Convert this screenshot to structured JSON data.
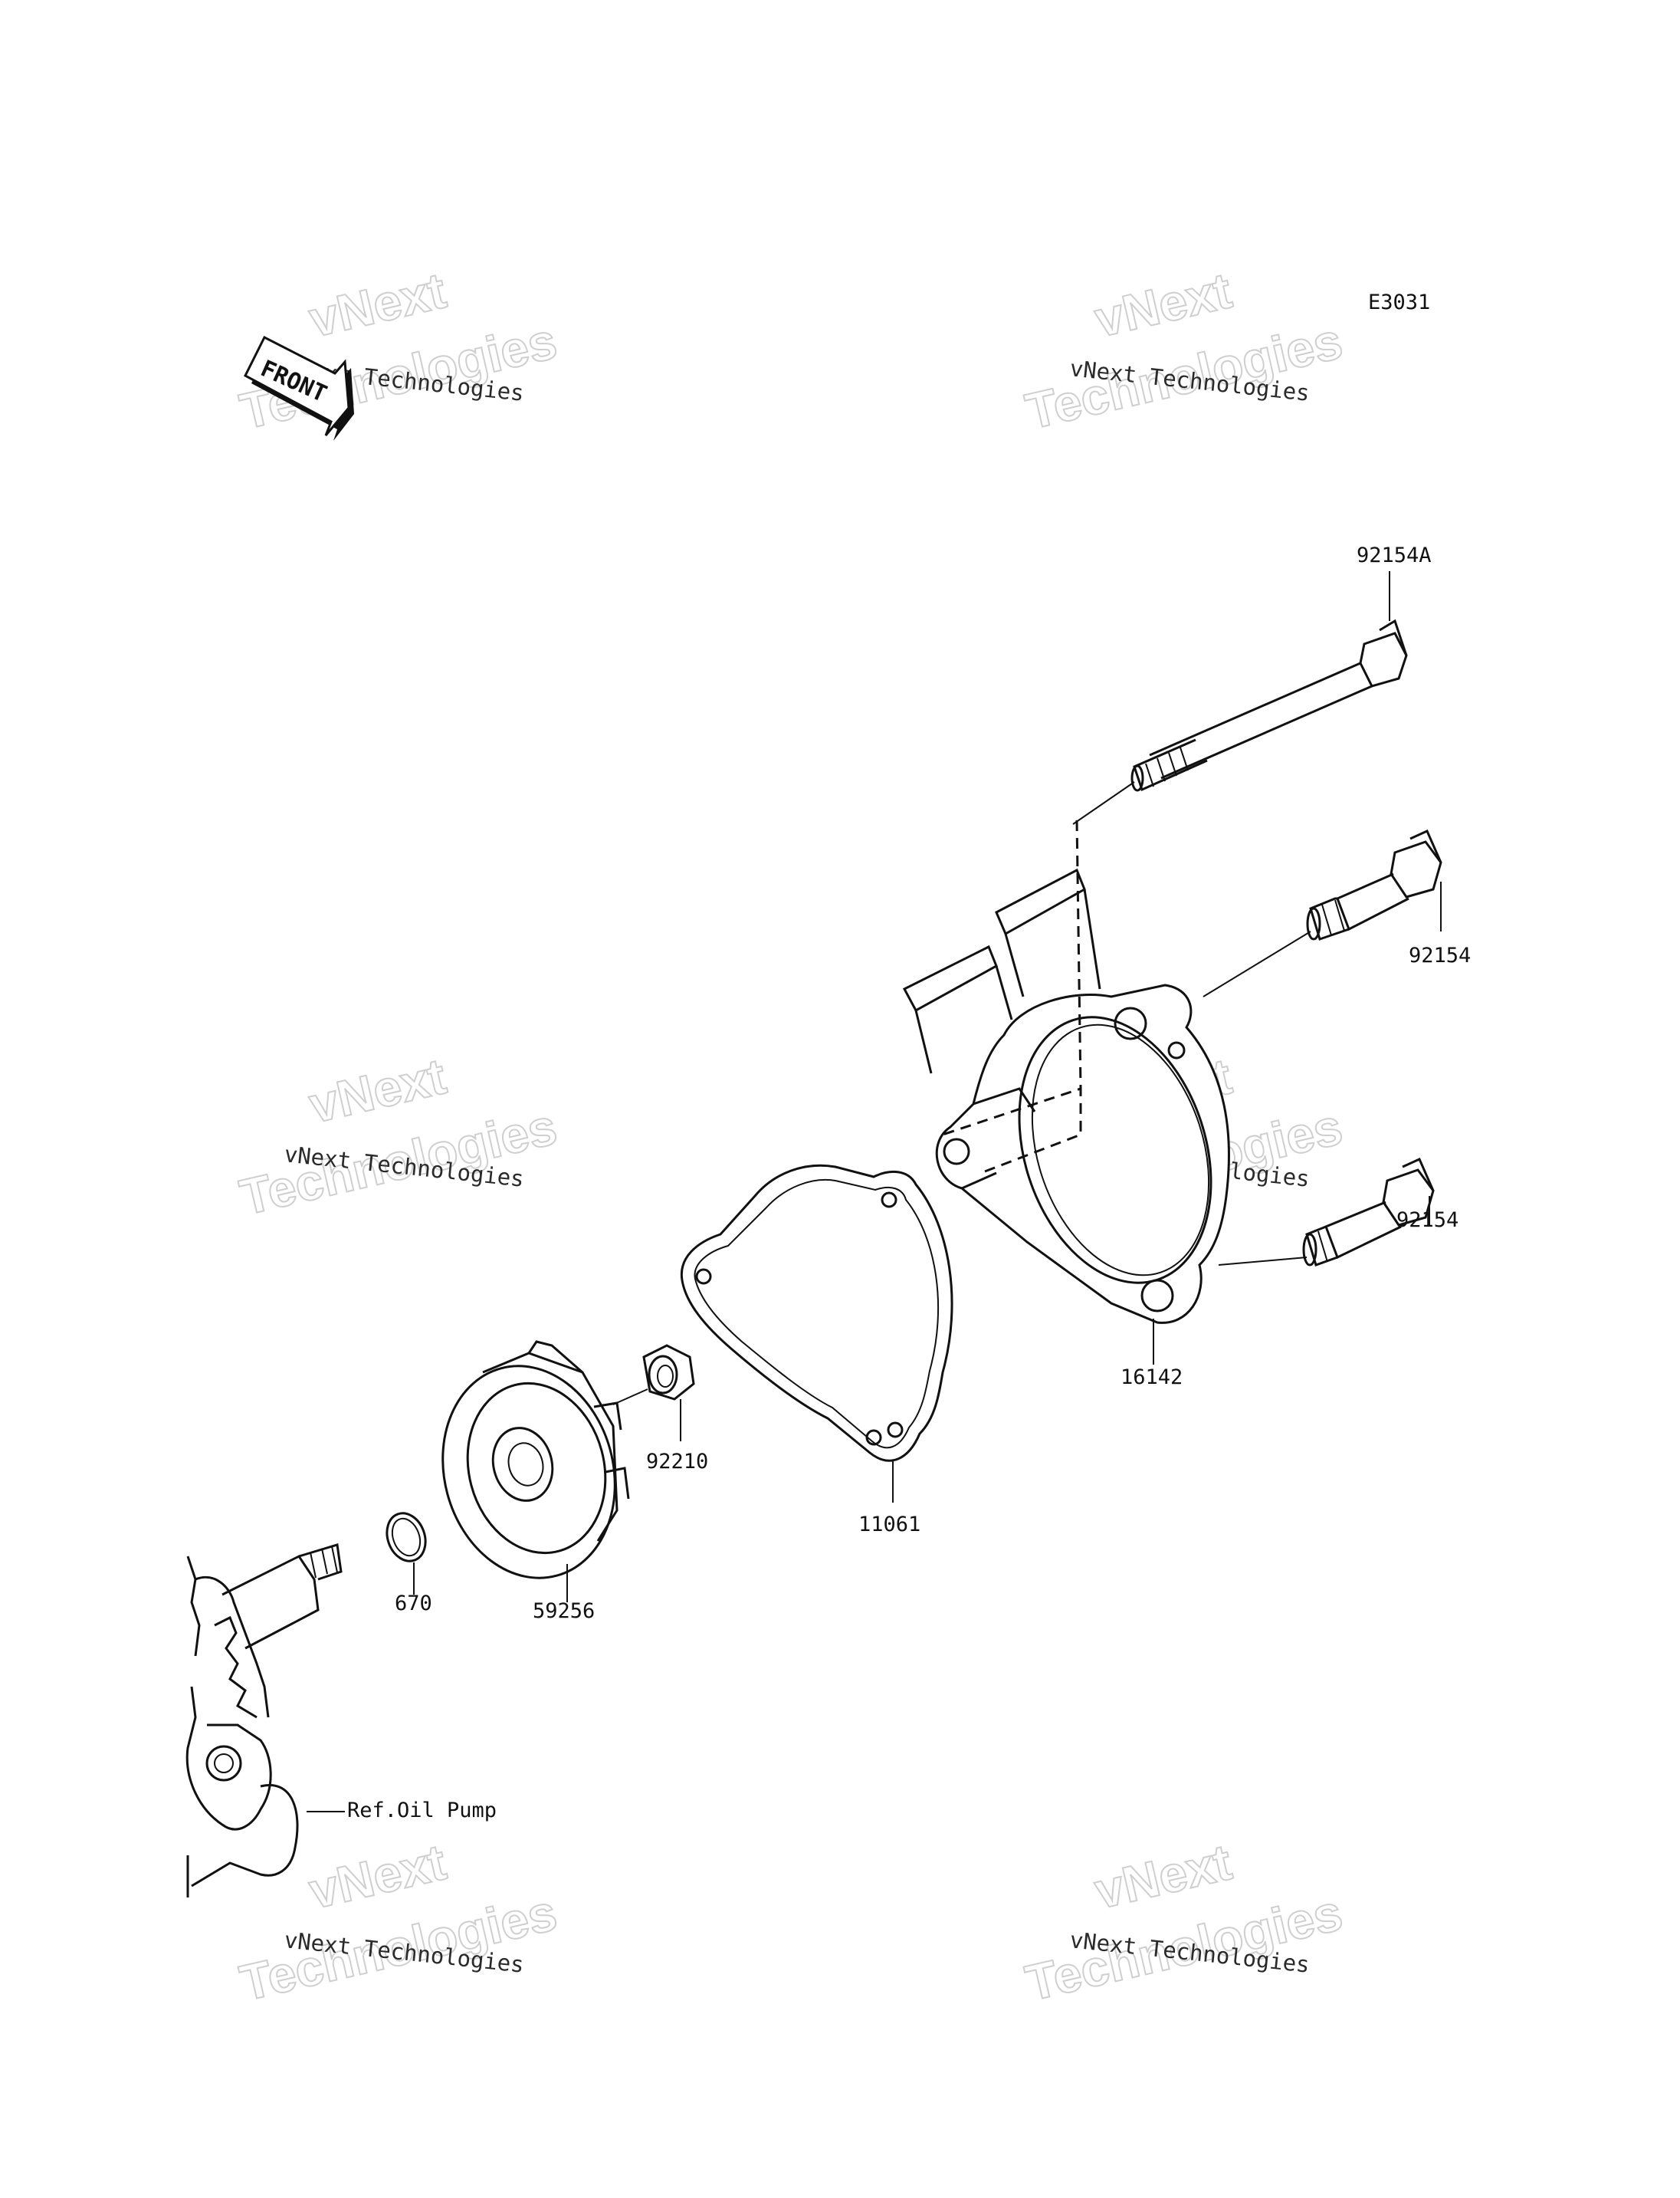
{
  "diagram": {
    "code": "E3031",
    "front_arrow_text": "FRONT",
    "watermark": {
      "line_small": "vNext Technologies",
      "line_big_1": "vNext",
      "line_big_2": "Technologies"
    },
    "parts": [
      {
        "id": "92154A",
        "label": "92154A"
      },
      {
        "id": "92154-upper",
        "label": "92154"
      },
      {
        "id": "92154-lower",
        "label": "92154"
      },
      {
        "id": "16142",
        "label": "16142"
      },
      {
        "id": "11061",
        "label": "11061"
      },
      {
        "id": "92210",
        "label": "92210"
      },
      {
        "id": "59256",
        "label": "59256"
      },
      {
        "id": "670",
        "label": "670"
      }
    ],
    "reference": "Ref.Oil Pump"
  }
}
